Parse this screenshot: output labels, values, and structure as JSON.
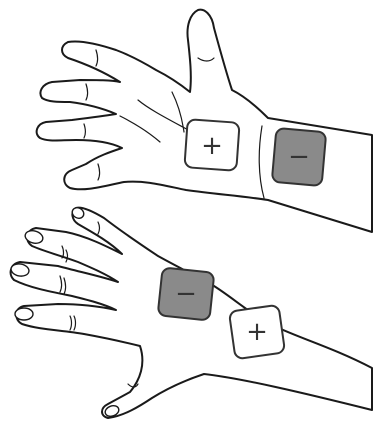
{
  "hands": [
    {
      "view": "palm",
      "electrodes": [
        {
          "sign": "+",
          "polarity": "positive",
          "color": "#ffffff"
        },
        {
          "sign": "−",
          "polarity": "negative",
          "color": "#8a8a8a"
        }
      ]
    },
    {
      "view": "back",
      "electrodes": [
        {
          "sign": "−",
          "polarity": "negative",
          "color": "#8a8a8a"
        },
        {
          "sign": "+",
          "polarity": "positive",
          "color": "#ffffff"
        }
      ]
    }
  ]
}
